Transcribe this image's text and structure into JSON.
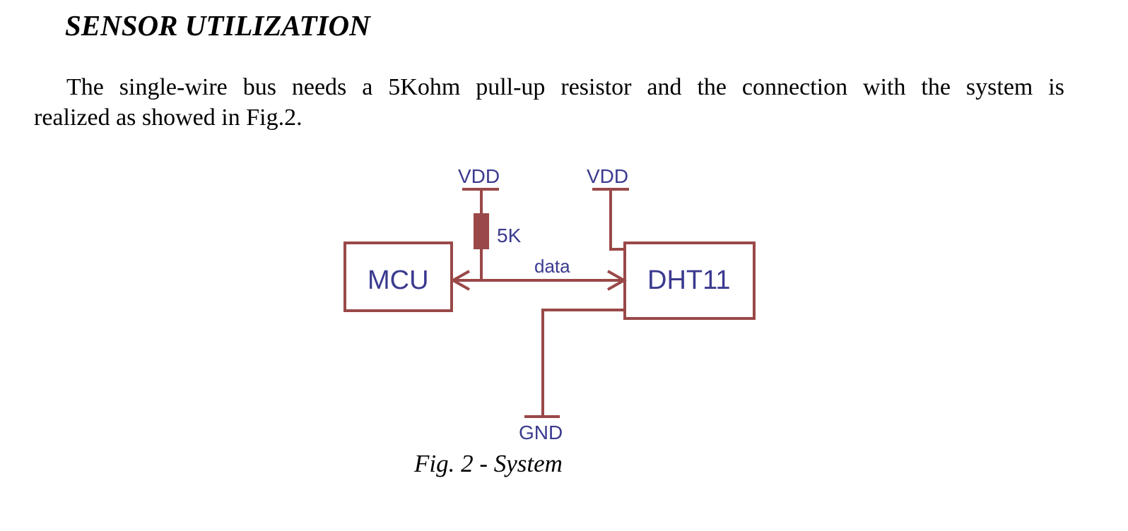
{
  "heading": "SENSOR UTILIZATION",
  "paragraph": {
    "line1": "The single-wire bus needs a 5Kohm pull-up resistor and the connection with the system is",
    "line2": "realized as showed in Fig.2."
  },
  "diagram": {
    "mcu_label": "MCU",
    "sensor_label": "DHT11",
    "vdd_left": "VDD",
    "vdd_right": "VDD",
    "resistor_label": "5K",
    "data_label": "data",
    "gnd_label": "GND",
    "wire_color": "#9a4848",
    "text_color": "#3b3a8f"
  },
  "caption": "Fig. 2 - System"
}
